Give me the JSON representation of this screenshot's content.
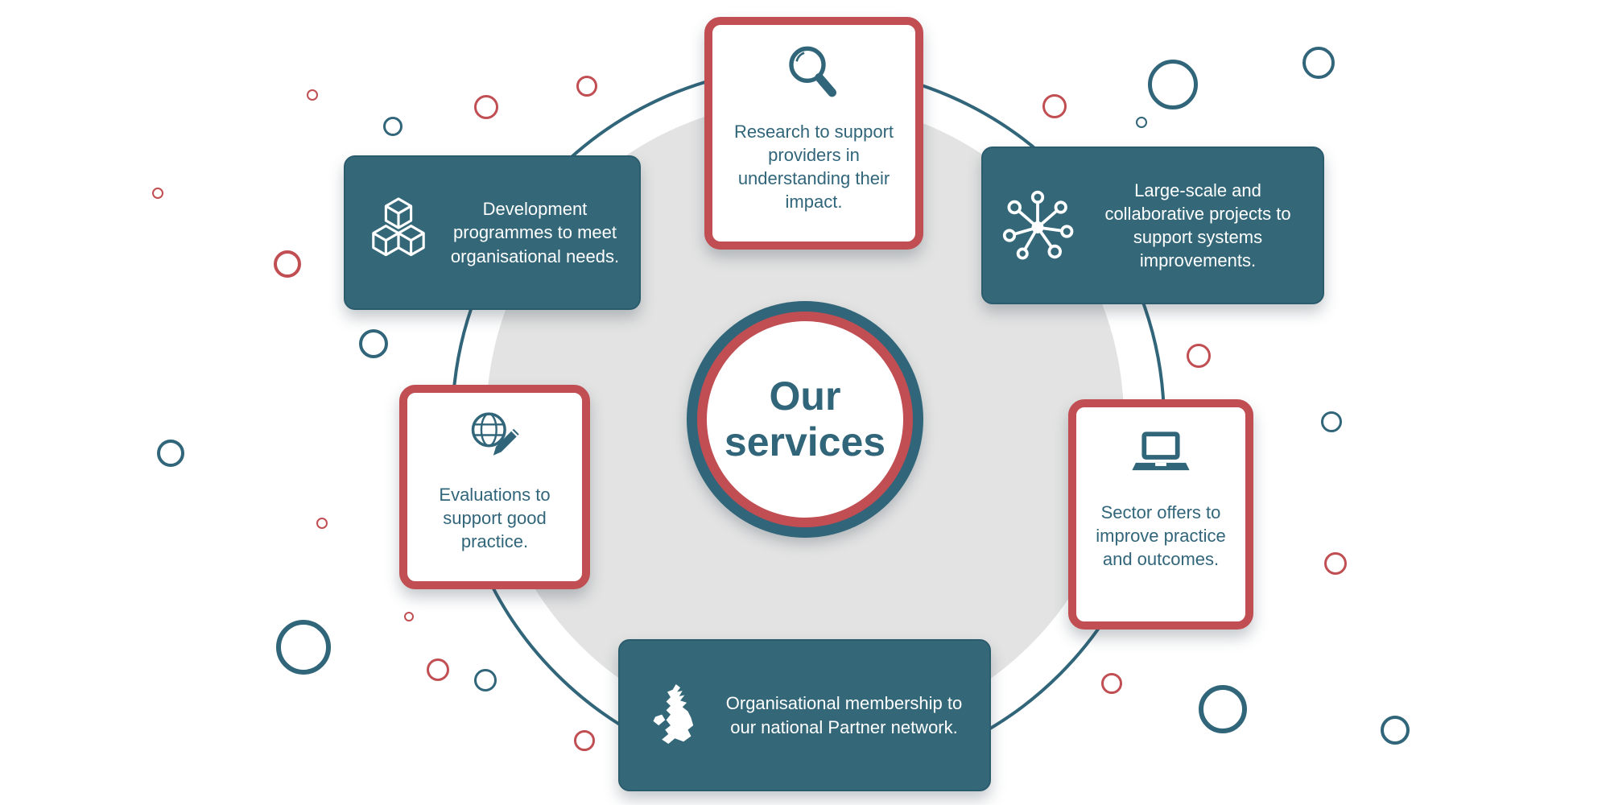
{
  "diagram": {
    "title": {
      "line1": "Our",
      "line2": "services"
    },
    "cards": [
      {
        "id": "research",
        "variant": "outlined",
        "icon": "magnifier-search-icon",
        "text": "Research to support providers in understanding their impact."
      },
      {
        "id": "development",
        "variant": "filled",
        "icon": "building-blocks-icon",
        "text": "Development programmes to meet organisational needs."
      },
      {
        "id": "large-scale",
        "variant": "filled",
        "icon": "network-nodes-icon",
        "text": "Large-scale and collaborative projects to support systems improvements."
      },
      {
        "id": "evaluations",
        "variant": "outlined",
        "icon": "globe-pencil-icon",
        "text": "Evaluations to support good practice."
      },
      {
        "id": "sector-offers",
        "variant": "outlined",
        "icon": "laptop-icon",
        "text": "Sector offers to improve practice and outcomes."
      },
      {
        "id": "membership",
        "variant": "filled",
        "icon": "uk-map-icon",
        "text": "Organisational membership to our national Partner network."
      }
    ],
    "colors": {
      "teal": "#31657A",
      "red": "#C04E52",
      "grey": "#E3E3E3",
      "card_teal": "#346879"
    }
  }
}
